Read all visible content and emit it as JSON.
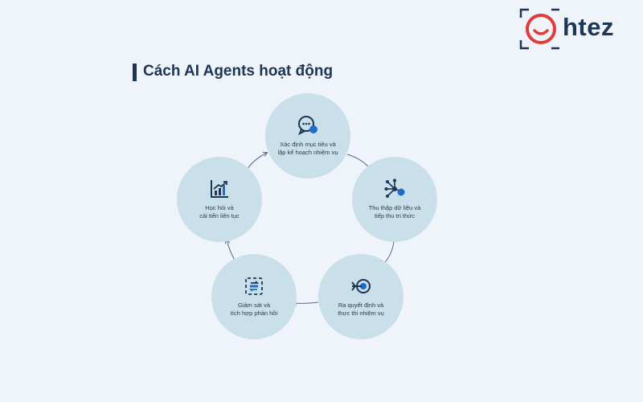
{
  "brand": {
    "name": "htez",
    "colors": {
      "red": "#e23b3b",
      "navy": "#1f3554",
      "blue": "#1b6fc7"
    }
  },
  "heading": {
    "title": "Cách AI Agents hoạt động"
  },
  "cycle": {
    "nodes": [
      {
        "icon": "chat-bubble-icon",
        "line1": "Xác định mục tiêu và",
        "line2": "lập kế hoạch nhiệm vụ"
      },
      {
        "icon": "network-icon",
        "line1": "Thu thập dữ liệu và",
        "line2": "tiếp thu tri thức"
      },
      {
        "icon": "target-arrow-icon",
        "line1": "Ra quyết định và",
        "line2": "thực thi nhiệm vụ"
      },
      {
        "icon": "monitor-feedback-icon",
        "line1": "Giám sát và",
        "line2": "tích hợp phản hồi"
      },
      {
        "icon": "growth-chart-icon",
        "line1": "Học hỏi và",
        "line2": "cải tiến liên tục"
      }
    ]
  }
}
